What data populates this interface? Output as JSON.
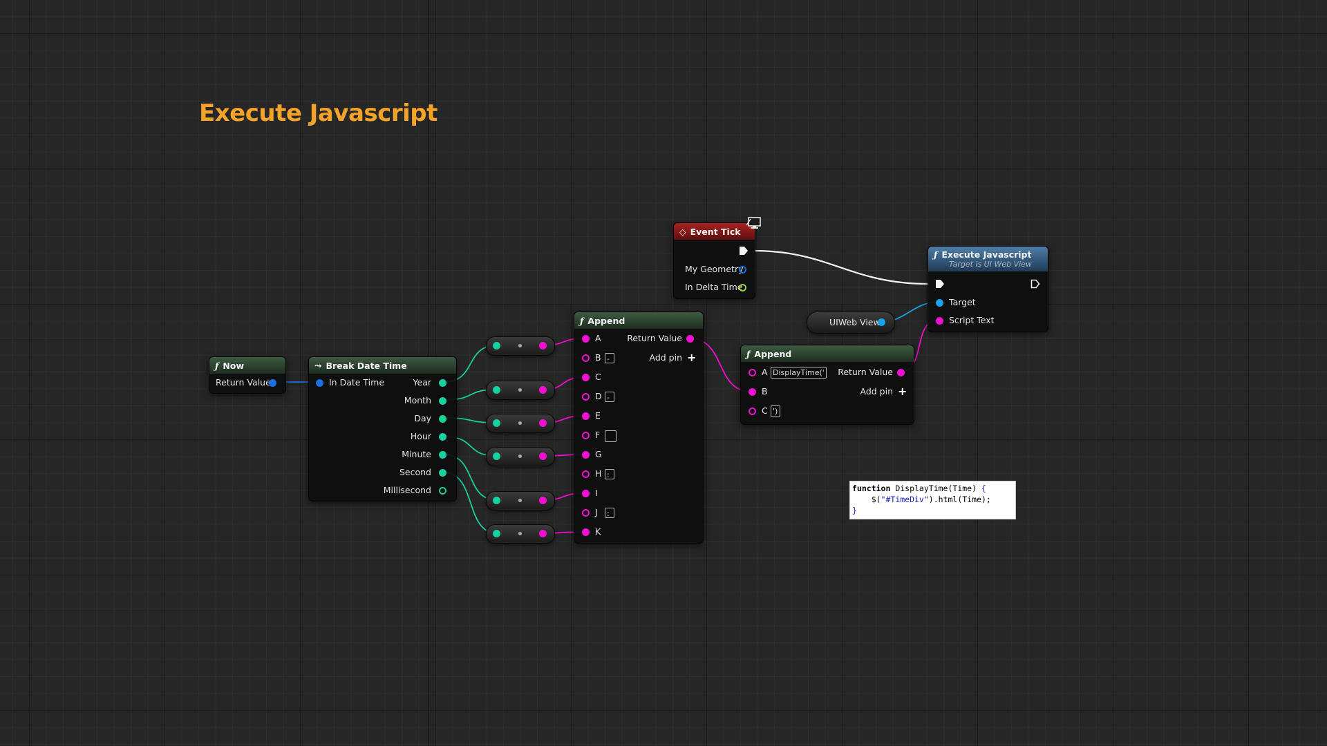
{
  "comment": {
    "title": "Execute Javascript"
  },
  "nodes": {
    "now": {
      "title": "Now",
      "return_value": "Return Value"
    },
    "break_date_time": {
      "title": "Break Date Time",
      "input": "In Date Time",
      "outputs": [
        "Year",
        "Month",
        "Day",
        "Hour",
        "Minute",
        "Second",
        "Millisecond"
      ]
    },
    "append1": {
      "title": "Append",
      "pins": [
        "A",
        "B",
        "C",
        "D",
        "E",
        "F",
        "G",
        "H",
        "I",
        "J",
        "K"
      ],
      "defaults": {
        "B": "-",
        "D": "-",
        "F": "",
        "H": ":",
        "J": ":"
      },
      "return_value": "Return Value",
      "add_pin": "Add pin"
    },
    "append2": {
      "title": "Append",
      "pins": [
        "A",
        "B",
        "C"
      ],
      "defaults": {
        "A": "DisplayTime('",
        "C": "')"
      },
      "return_value": "Return Value",
      "add_pin": "Add pin"
    },
    "event_tick": {
      "title": "Event Tick",
      "my_geometry": "My Geometry",
      "in_delta_time": "In Delta Time"
    },
    "execute_js": {
      "title": "Execute Javascript",
      "subtitle": "Target is UI Web View",
      "target": "Target",
      "script_text": "Script Text"
    },
    "uiweb_view": {
      "label": "UIWeb View"
    }
  },
  "code": {
    "line1_kw": "function",
    "line1_rest": " DisplayTime(Time) ",
    "line1_brace": "{",
    "line2_pre": "    $(",
    "line2_str": "\"#TimeDiv\"",
    "line2_post": ").html(Time);",
    "line3": "}"
  },
  "colors": {
    "int_pin": "#19d0a0",
    "string_pin": "#f20fd1",
    "struct_pin": "#1b6fe0",
    "object_pin": "#1aa3ea",
    "float_pin": "#96d03c",
    "comment_title": "#f3a32a"
  }
}
